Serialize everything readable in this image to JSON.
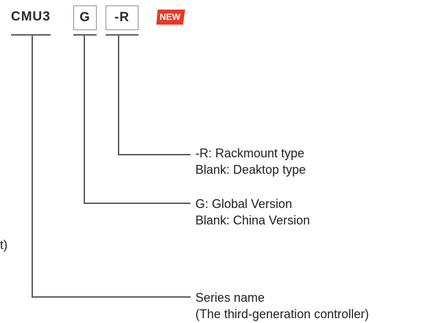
{
  "model_code": {
    "series": "CMU3",
    "global_option": "G",
    "rack_option": "-R"
  },
  "badge": {
    "label": "NEW",
    "color": "#e53a2a"
  },
  "descriptions": {
    "rack": {
      "line1": "-R: Rackmount type",
      "line2": "Blank: Deaktop type"
    },
    "version": {
      "line1": "G: Global Version",
      "line2": "Blank: China Version"
    },
    "series": {
      "line1": "Series name",
      "line2": "(The third-generation controller)"
    }
  },
  "edge_fragment": "t)",
  "colors": {
    "line": "#5a5a5a",
    "box_border": "#8a8a8a",
    "text": "#222222"
  }
}
